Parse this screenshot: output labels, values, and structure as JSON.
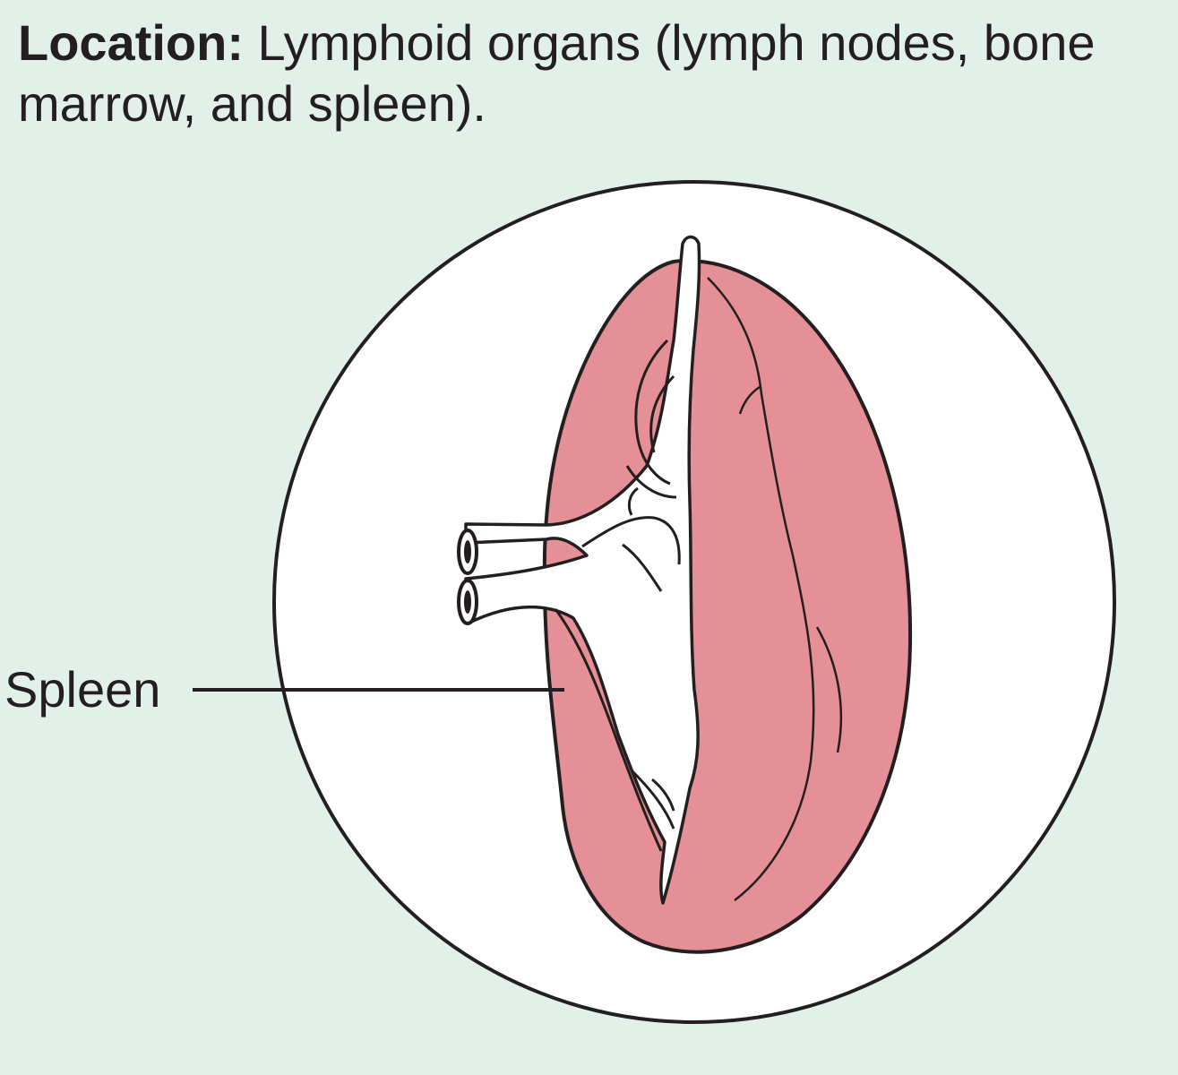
{
  "caption": {
    "label": "Location:",
    "text": " Lymphoid organs (lymph nodes, bone marrow, and spleen)."
  },
  "callouts": {
    "spleen": "Spleen"
  },
  "colors": {
    "background": "#e2f0ea",
    "spleen_fill": "#e58f96",
    "vessel_fill": "#ffffff",
    "outline": "#231f20"
  }
}
